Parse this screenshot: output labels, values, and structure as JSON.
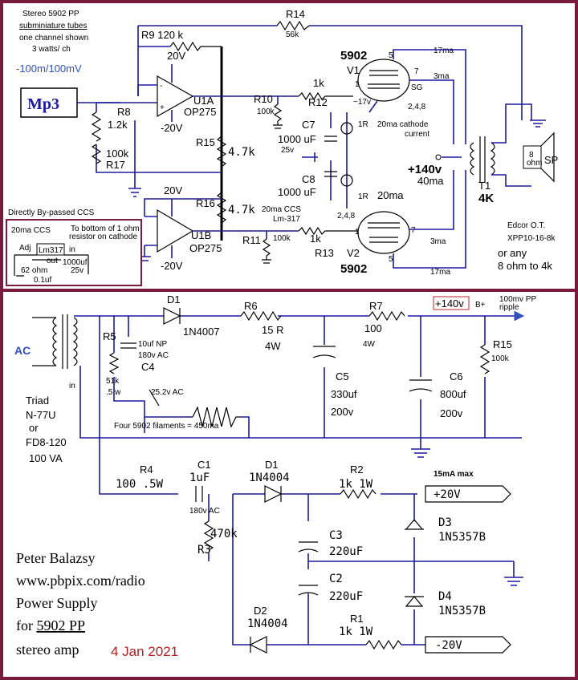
{
  "header": {
    "title": "Stereo  5902 PP",
    "subtitle": "subminiature tubes",
    "line3": "one channel shown",
    "line4": "3 watts/ ch"
  },
  "input": {
    "range": "-100m/100mV",
    "source": "Mp3"
  },
  "upper_parts": {
    "r14": "R14",
    "r14_val": "56k",
    "r9": "R9",
    "r9_val": "120 k",
    "v_pos": "20V",
    "v_neg": "-20V",
    "u1a": "U1A",
    "u1a_type": "OP275",
    "r8": "R8",
    "r8_val": "1.2k",
    "r17": "R17",
    "r17_val": "100k",
    "r10": "R10",
    "r10_val": "100k",
    "r12": "R12",
    "r12_val": "1k",
    "v1_type": "5902",
    "v1": "V1",
    "ma17a": "17ma",
    "ma3a": "3ma",
    "sg": "SG",
    "pin5a": "5",
    "pin7a": "7",
    "pin1a": "1",
    "pins248a": "2,4,8",
    "volt17": "~17v",
    "r1r_a": "1R",
    "cathode_current_1": "20ma cathode",
    "cathode_current_2": "current",
    "c7": "C7",
    "c7_val": "1000 uF",
    "c7_volt": "25v",
    "c8": "C8",
    "c8_val": "1000 uF",
    "r15": "R15",
    "r15_val": "4.7k",
    "r16": "R16",
    "r16_val": "4.7k",
    "plus140": "+140v",
    "ma40": "40ma",
    "t1": "T1",
    "t1_val": "4K",
    "spk_val": "8",
    "spk_unit": "ohm",
    "spk": "SP",
    "r1r_b": "1R",
    "ma20b": "20ma",
    "ccs_1": "20ma CCS",
    "ccs_2": "Lm-317",
    "pins248b": "2,4,8",
    "u1b": "U1B",
    "u1b_type": "OP275",
    "r11": "R11",
    "r11_val": "100k",
    "r13": "R13",
    "r13_val": "1k",
    "v2": "V2",
    "v2_type": "5902",
    "pin1b": "1",
    "pin7b": "7",
    "pin5b": "5",
    "ma3b": "3ma",
    "ma17b": "17ma",
    "ot_1": "Edcor O.T.",
    "ot_2": "XPP10-16-8k",
    "ot_3": "or any",
    "ot_4": "8 ohm to 4k"
  },
  "ccs_box": {
    "title": "Directly By-passed CCS",
    "current": "20ma CCS",
    "note_1": "To bottom of 1 ohm",
    "note_2": "resistor on cathode",
    "adj": "Adj",
    "ic": "Lm317",
    "in": "in",
    "out": "out",
    "cap": "1000uf",
    "cap_v": "25v",
    "res": "62 ohm",
    "cap2": "0.1uf"
  },
  "supply": {
    "ac": "AC",
    "d1": "D1",
    "d1_type": "1N4007",
    "r6": "R6",
    "r6_val": "15 R",
    "r6_w": "4W",
    "r7": "R7",
    "r7_val": "100",
    "r7_w": "4W",
    "b_plus": "+140v",
    "b_label": "B+",
    "ripple_1": "100mv PP",
    "ripple_2": "ripple",
    "r5": "R5",
    "r5_val": "51k",
    "r5_w": ".5 w",
    "c4_val": "10uf NP",
    "c4_volt": "180v AC",
    "c4": "C4",
    "fil_v": "25.2v AC",
    "c5": "C5",
    "c5_val": "330uf",
    "c5_volt": "200v",
    "c6": "C6",
    "c6_val": "800uf",
    "c6_volt": "200v",
    "r15": "R15",
    "r15_val": "100k",
    "transformer_1": "Triad",
    "transformer_2": "N-77U",
    "transformer_3": "or",
    "transformer_4": "FD8-120",
    "transformer_5": "100 VA",
    "filaments": "Four 5902 filaments = 450ma",
    "r4": "R4",
    "r4_val": "100  .5W",
    "c1": "C1",
    "c1_val": "1uF",
    "d1b": "D1",
    "d1b_type": "1N4004",
    "r2": "R2",
    "r2_val": "1k  1W",
    "max_current": "15mA max",
    "plus20": "+20V",
    "c1_volt": "180v AC",
    "r3_val": "470k",
    "r3": "R3",
    "c3": "C3",
    "c3_val": "220uF",
    "d3": "D3",
    "d3_type": "1N5357B",
    "c2": "C2",
    "c2_val": "220uF",
    "d4": "D4",
    "d4_type": "1N5357B",
    "d2": "D2",
    "d2_type": "1N4004",
    "r1": "R1",
    "r1_val": "1k  1W",
    "minus20": "-20V"
  },
  "credits": {
    "author": "Peter Balazsy",
    "url": "www.pbpix.com/radio",
    "line3": "Power Supply",
    "line4_a": "for ",
    "line4_b": "5902 PP",
    "line5": "stereo amp",
    "date": "4 Jan 2021"
  },
  "colors": {
    "frame": "#7a1a3c",
    "wire": "#1a1aa0",
    "accent": "#3050c0",
    "date": "#b02020"
  }
}
